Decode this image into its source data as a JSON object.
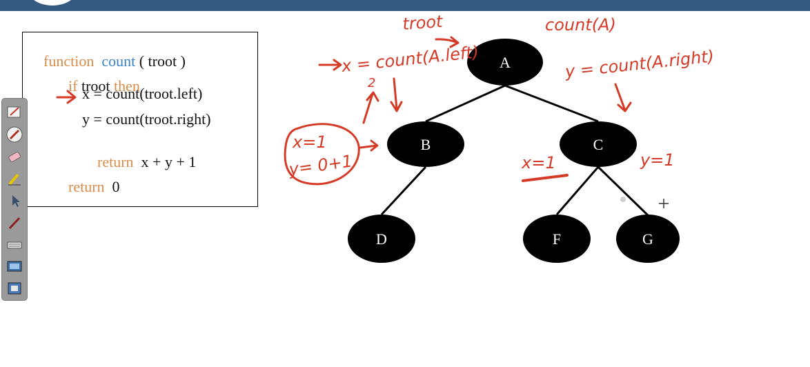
{
  "code": {
    "line1": {
      "kw": "function",
      "fn": "count",
      "rest": " ( troot )"
    },
    "line2": {
      "kw1": "if",
      "mid": " troot ",
      "kw2": "then"
    },
    "line3": {
      "text": "x = count(troot.left)"
    },
    "line4": {
      "text": "y = count(troot.right)"
    },
    "line5": {
      "kw": "return",
      "rest": "  x + y + 1"
    },
    "line6": {
      "kw": "return",
      "rest": "  0"
    }
  },
  "tree": {
    "nodes": {
      "A": "A",
      "B": "B",
      "C": "C",
      "D": "D",
      "F": "F",
      "G": "G"
    }
  },
  "annotations": {
    "troot": "troot",
    "count_a": "count(A)",
    "x_call": "x = count(A.left)",
    "y_call": "y = count(A.right)",
    "b_x": "x=1",
    "b_y": "y= 0+1",
    "two": "2",
    "c_x": "x=1",
    "c_y": "y=1"
  },
  "toolbar": {
    "tools": [
      "pen-icon",
      "highlighter-icon",
      "eraser-icon",
      "marker-icon",
      "pointer-icon",
      "laser-pen-icon",
      "keyboard-icon",
      "screen-capture-icon",
      "display-icon"
    ]
  },
  "colors": {
    "header": "#355a82",
    "ink": "#d43a26",
    "keyword": "#d98b4a",
    "function_name": "#3a82c4",
    "node": "#000000"
  }
}
